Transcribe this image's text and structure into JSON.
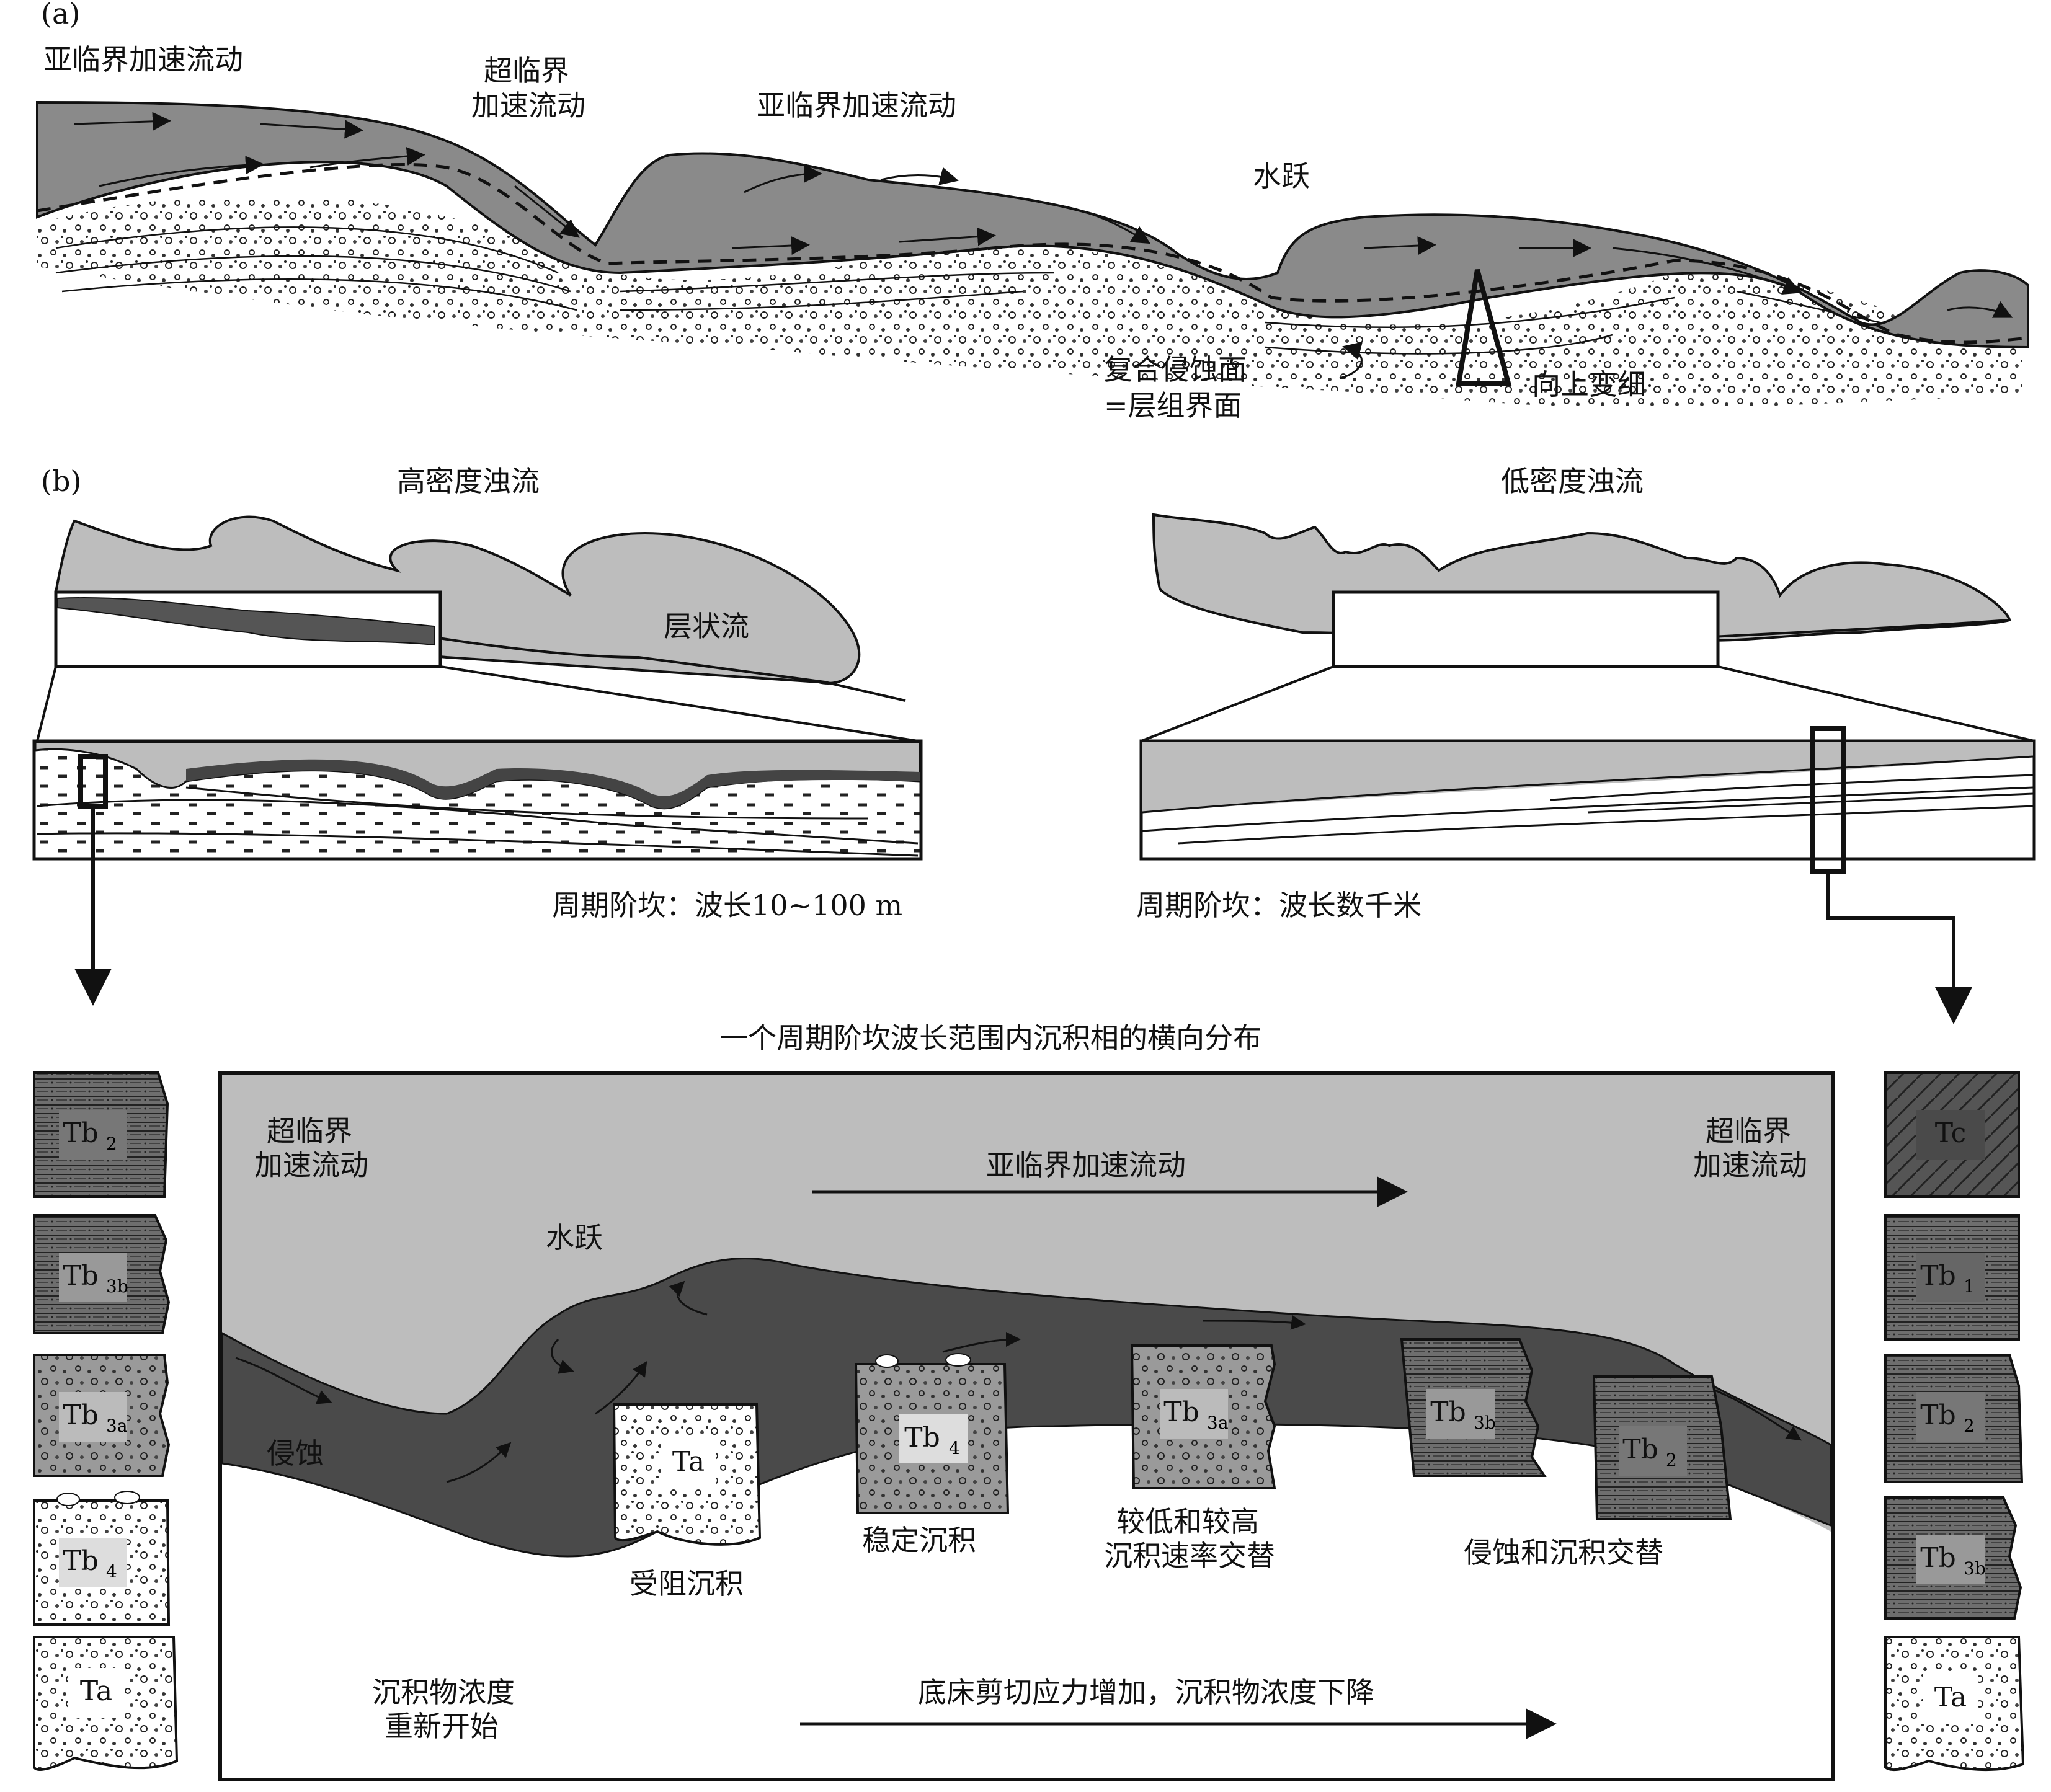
{
  "panel_a": {
    "label": "(a)",
    "subcritical_left": "亚临界加速流动",
    "supercritical_1": "超临界",
    "supercritical_2": "加速流动",
    "subcritical_mid": "亚临界加速流动",
    "hydraulic_jump": "水跃",
    "erosion_1": "复合侵蚀面",
    "erosion_2": "=层组界面",
    "fining_up": "向上变细"
  },
  "panel_b": {
    "label": "(b)",
    "high_density_title": "高密度浊流",
    "layered_flow": "层状流",
    "low_density_title": "低密度浊流",
    "cyclic_step_left": "周期阶坎：波长10~100 m",
    "cyclic_step_right": "周期阶坎：波长数千米"
  },
  "lower": {
    "title": "一个周期阶坎波长范围内沉积相的横向分布",
    "super_left_1": "超临界",
    "super_left_2": "加速流动",
    "subcritical": "亚临界加速流动",
    "super_right_1": "超临界",
    "super_right_2": "加速流动",
    "hydraulic_jump": "水跃",
    "erosion": "侵蚀",
    "hindered": "受阻沉积",
    "stable": "稳定沉积",
    "alternating_rate_1": "较低和较高",
    "alternating_rate_2": "沉积速率交替",
    "erosion_deposition": "侵蚀和沉积交替",
    "restart_1": "沉积物浓度",
    "restart_2": "重新开始",
    "shear_increase": "底床剪切应力增加，沉积物浓度下降"
  },
  "facies_labels": {
    "ta": "Ta",
    "tb4_base": "Tb",
    "tb4_sub": "4",
    "tb3a_base": "Tb",
    "tb3a_sub": "3a",
    "tb3b_base": "Tb",
    "tb3b_sub": "3b",
    "tb2_base": "Tb",
    "tb2_sub": "2",
    "tb1_base": "Tb",
    "tb1_sub": "1",
    "tc": "Tc"
  },
  "colors": {
    "flow_mid": "#8a8a8a",
    "flow_light": "#bdbdbd",
    "flow_dark": "#4a4a4a",
    "outline": "#111111"
  }
}
